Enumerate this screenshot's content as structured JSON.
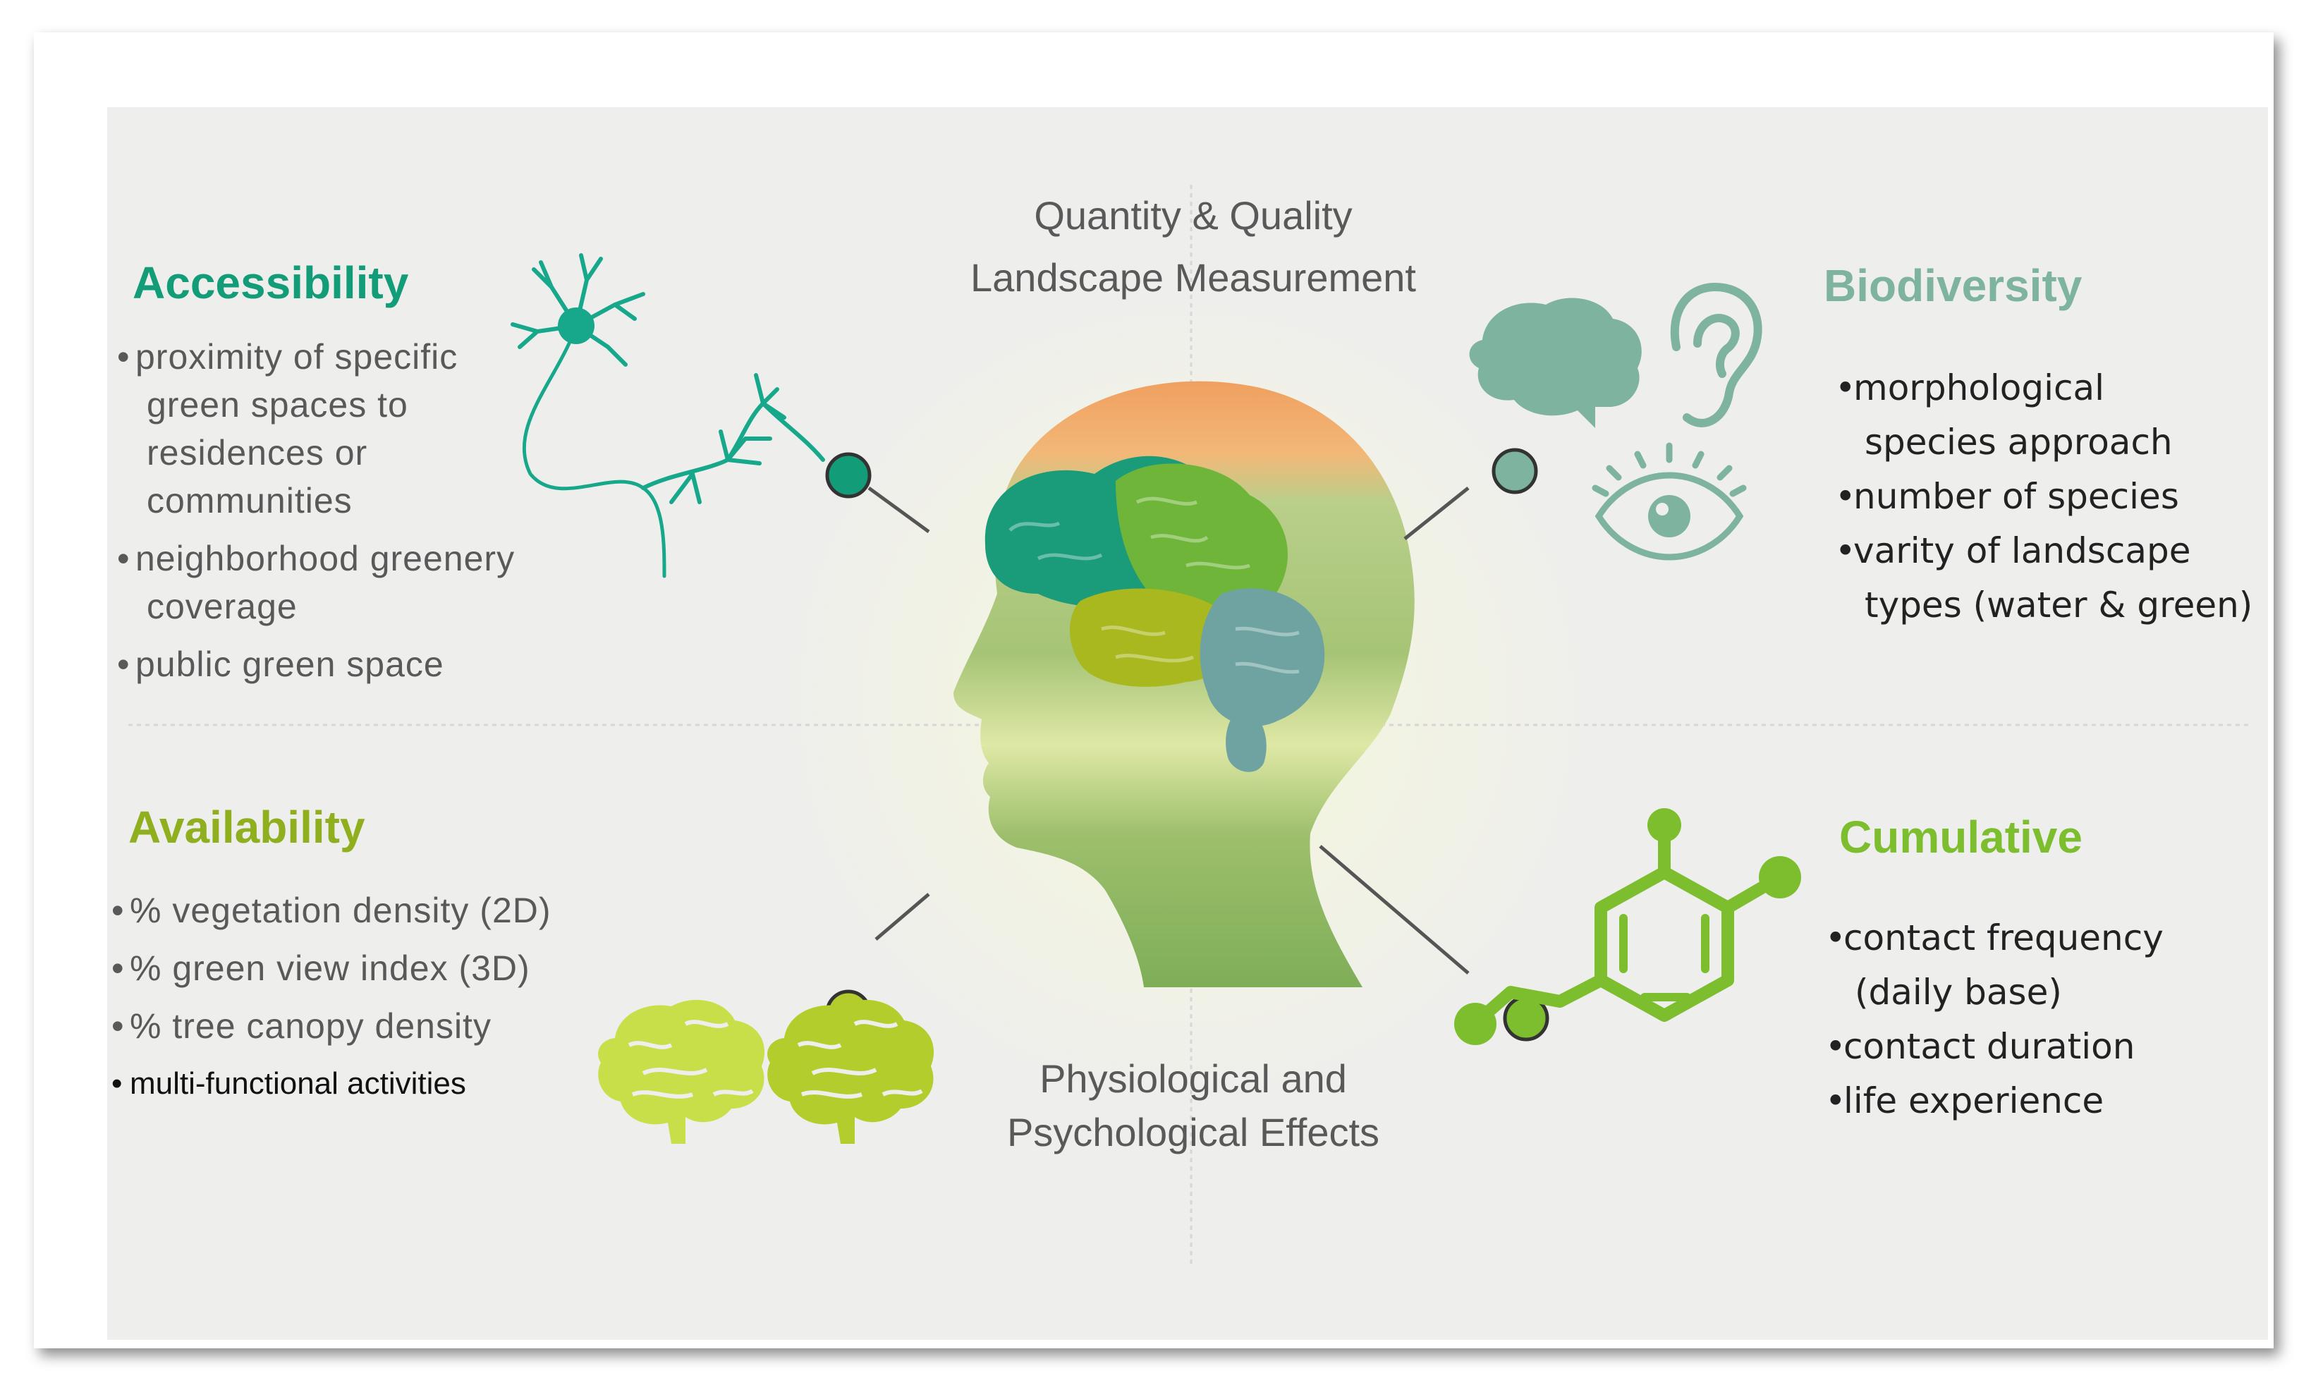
{
  "title": {
    "top_line1": "Quantity & Quality",
    "top_line2": "Landscape Measurement",
    "bottom_line1": "Physiological and",
    "bottom_line2": "Psychological Effects"
  },
  "quadrants": {
    "accessibility": {
      "heading": "Accessibility",
      "color": "#139C78",
      "items": [
        "proximity of specific",
        "green spaces to",
        "residences or",
        "communities",
        "neighborhood greenery",
        "coverage",
        "public green space"
      ]
    },
    "biodiversity": {
      "heading": "Biodiversity",
      "color": "#7DB39F",
      "items": [
        "morphological",
        "species approach",
        "number of species",
        "varity of landscape",
        "types (water & green)"
      ]
    },
    "availability": {
      "heading": "Availability",
      "color": "#8FAF1E",
      "items": [
        "% vegetation density (2D)",
        "% green view index  (3D)",
        "% tree canopy density",
        "multi-functional activities"
      ]
    },
    "cumulative": {
      "heading": "Cumulative",
      "color": "#7DBE2E",
      "items": [
        "contact frequency",
        "(daily base)",
        "contact duration",
        "life experience"
      ]
    }
  },
  "icons": [
    "neuron-icon",
    "brain-icon",
    "ear-icon",
    "eye-icon",
    "molecule-icon",
    "head-with-brain-icon"
  ]
}
